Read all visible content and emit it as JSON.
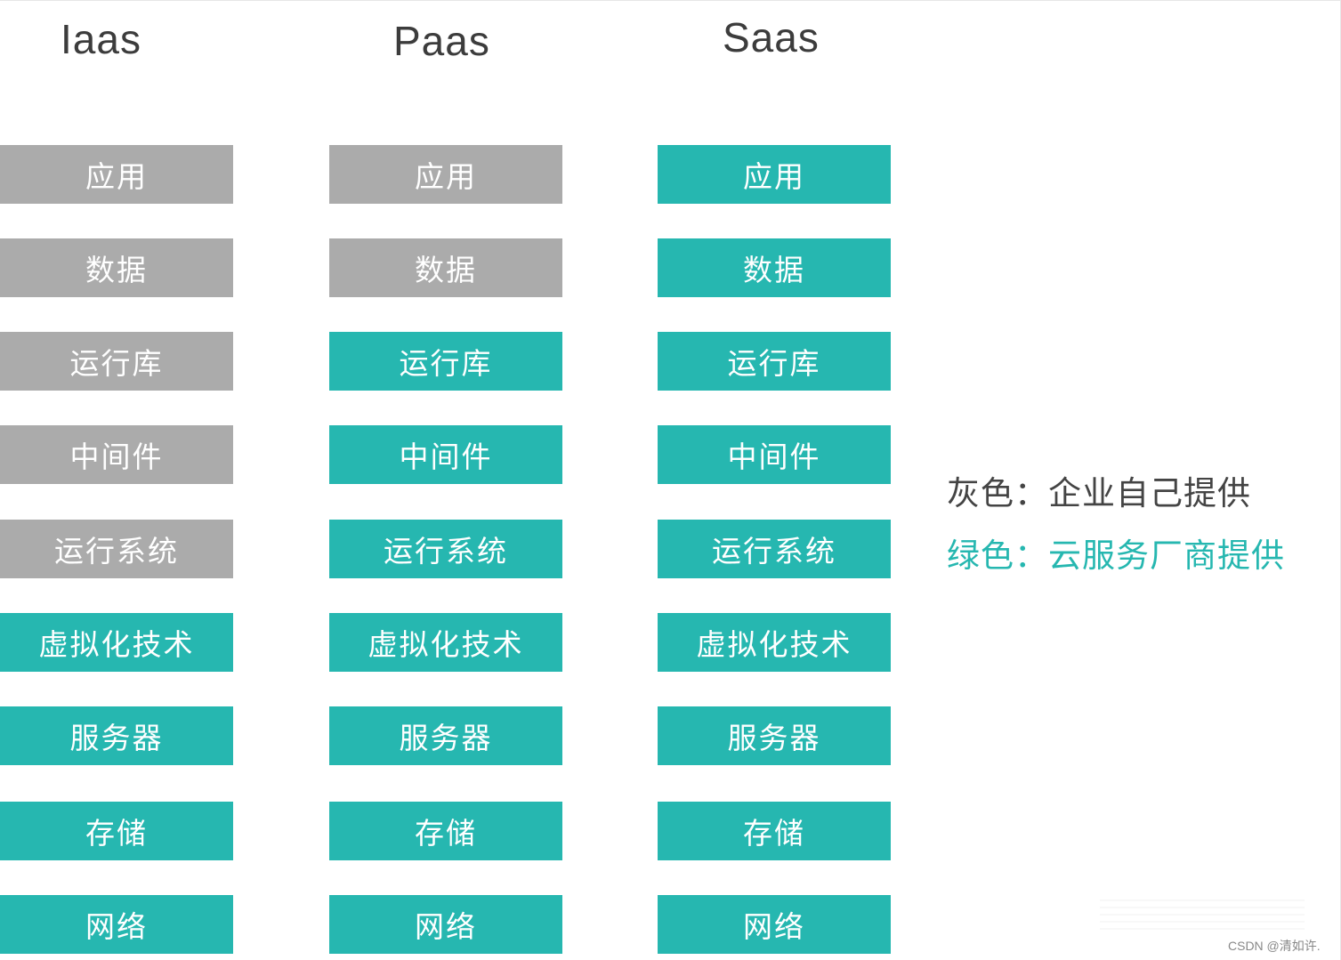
{
  "titles": {
    "iaas": "Iaas",
    "paas": "Paas",
    "saas": "Saas"
  },
  "columns": [
    {
      "id": "iaas",
      "layers": [
        {
          "label": "应用",
          "provider": "gray"
        },
        {
          "label": "数据",
          "provider": "gray"
        },
        {
          "label": "运行库",
          "provider": "gray"
        },
        {
          "label": "中间件",
          "provider": "gray"
        },
        {
          "label": "运行系统",
          "provider": "gray"
        },
        {
          "label": "虚拟化技术",
          "provider": "green"
        },
        {
          "label": "服务器",
          "provider": "green"
        },
        {
          "label": "存储",
          "provider": "green"
        },
        {
          "label": "网络",
          "provider": "green"
        }
      ]
    },
    {
      "id": "paas",
      "layers": [
        {
          "label": "应用",
          "provider": "gray"
        },
        {
          "label": "数据",
          "provider": "gray"
        },
        {
          "label": "运行库",
          "provider": "green"
        },
        {
          "label": "中间件",
          "provider": "green"
        },
        {
          "label": "运行系统",
          "provider": "green"
        },
        {
          "label": "虚拟化技术",
          "provider": "green"
        },
        {
          "label": "服务器",
          "provider": "green"
        },
        {
          "label": "存储",
          "provider": "green"
        },
        {
          "label": "网络",
          "provider": "green"
        }
      ]
    },
    {
      "id": "saas",
      "layers": [
        {
          "label": "应用",
          "provider": "green"
        },
        {
          "label": "数据",
          "provider": "green"
        },
        {
          "label": "运行库",
          "provider": "green"
        },
        {
          "label": "中间件",
          "provider": "green"
        },
        {
          "label": "运行系统",
          "provider": "green"
        },
        {
          "label": "虚拟化技术",
          "provider": "green"
        },
        {
          "label": "服务器",
          "provider": "green"
        },
        {
          "label": "存储",
          "provider": "green"
        },
        {
          "label": "网络",
          "provider": "green"
        }
      ]
    }
  ],
  "legend": {
    "gray": "灰色：企业自己提供",
    "green": "绿色：云服务厂商提供"
  },
  "colors": {
    "gray": "#ababab",
    "green": "#26b7b0",
    "green_text": "#26b7b0"
  },
  "watermark": "CSDN @清如许."
}
